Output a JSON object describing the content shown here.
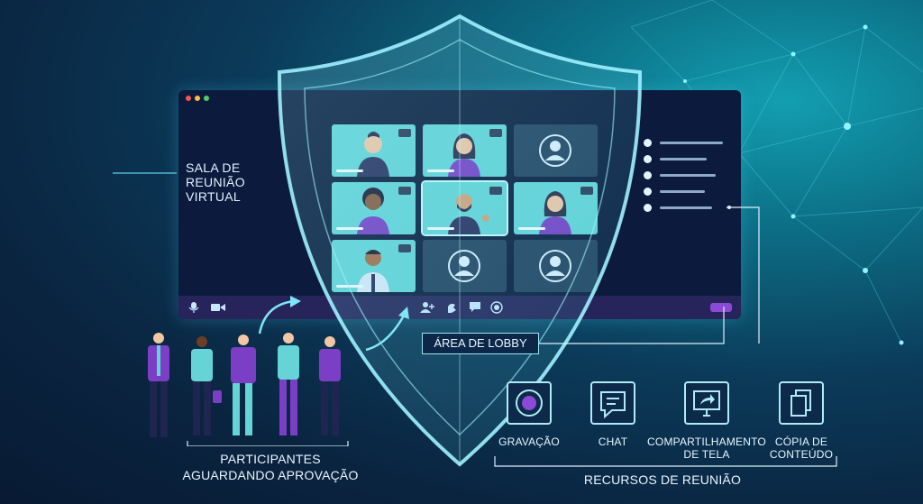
{
  "window": {
    "title_lines": [
      "SALA DE",
      "REUNIÃO",
      "VIRTUAL"
    ],
    "tiles": [
      {
        "kind": "person",
        "camera": true
      },
      {
        "kind": "person",
        "camera": true
      },
      {
        "kind": "placeholder",
        "camera": false
      },
      {
        "kind": "person",
        "camera": true
      },
      {
        "kind": "person",
        "camera": true
      },
      {
        "kind": "person",
        "camera": true
      },
      {
        "kind": "person",
        "camera": true
      },
      {
        "kind": "placeholder",
        "camera": false
      },
      {
        "kind": "placeholder",
        "camera": false
      }
    ],
    "toolbar_icons": [
      "microphone-icon",
      "video-camera-icon",
      "add-participant-icon",
      "raise-hand-icon",
      "chat-bubble-icon",
      "record-icon",
      "end-call-button"
    ]
  },
  "lobby_label": "ÁREA DE LOBBY",
  "participants_caption": [
    "PARTICIPANTES",
    "AGUARDANDO APROVAÇÃO"
  ],
  "features": {
    "caption": "RECURSOS DE REUNIÃO",
    "items": [
      {
        "label": "GRAVAÇÃO",
        "icon": "record-icon"
      },
      {
        "label": "CHAT",
        "icon": "chat-icon"
      },
      {
        "label": "COMPARTILHAMENTO DE TELA",
        "label_lines": [
          "COMPARTILHAMENTO",
          "DE TELA"
        ],
        "icon": "screen-share-icon"
      },
      {
        "label": "CÓPIA DE CONTEÚDO",
        "label_lines": [
          "CÓPIA DE",
          "CONTEÚDO"
        ],
        "icon": "copy-content-icon"
      }
    ]
  },
  "colors": {
    "accent": "#7a3fc4",
    "teal": "#66d4d7",
    "glow": "#8fe9ff",
    "window": "#0c1b3d"
  }
}
